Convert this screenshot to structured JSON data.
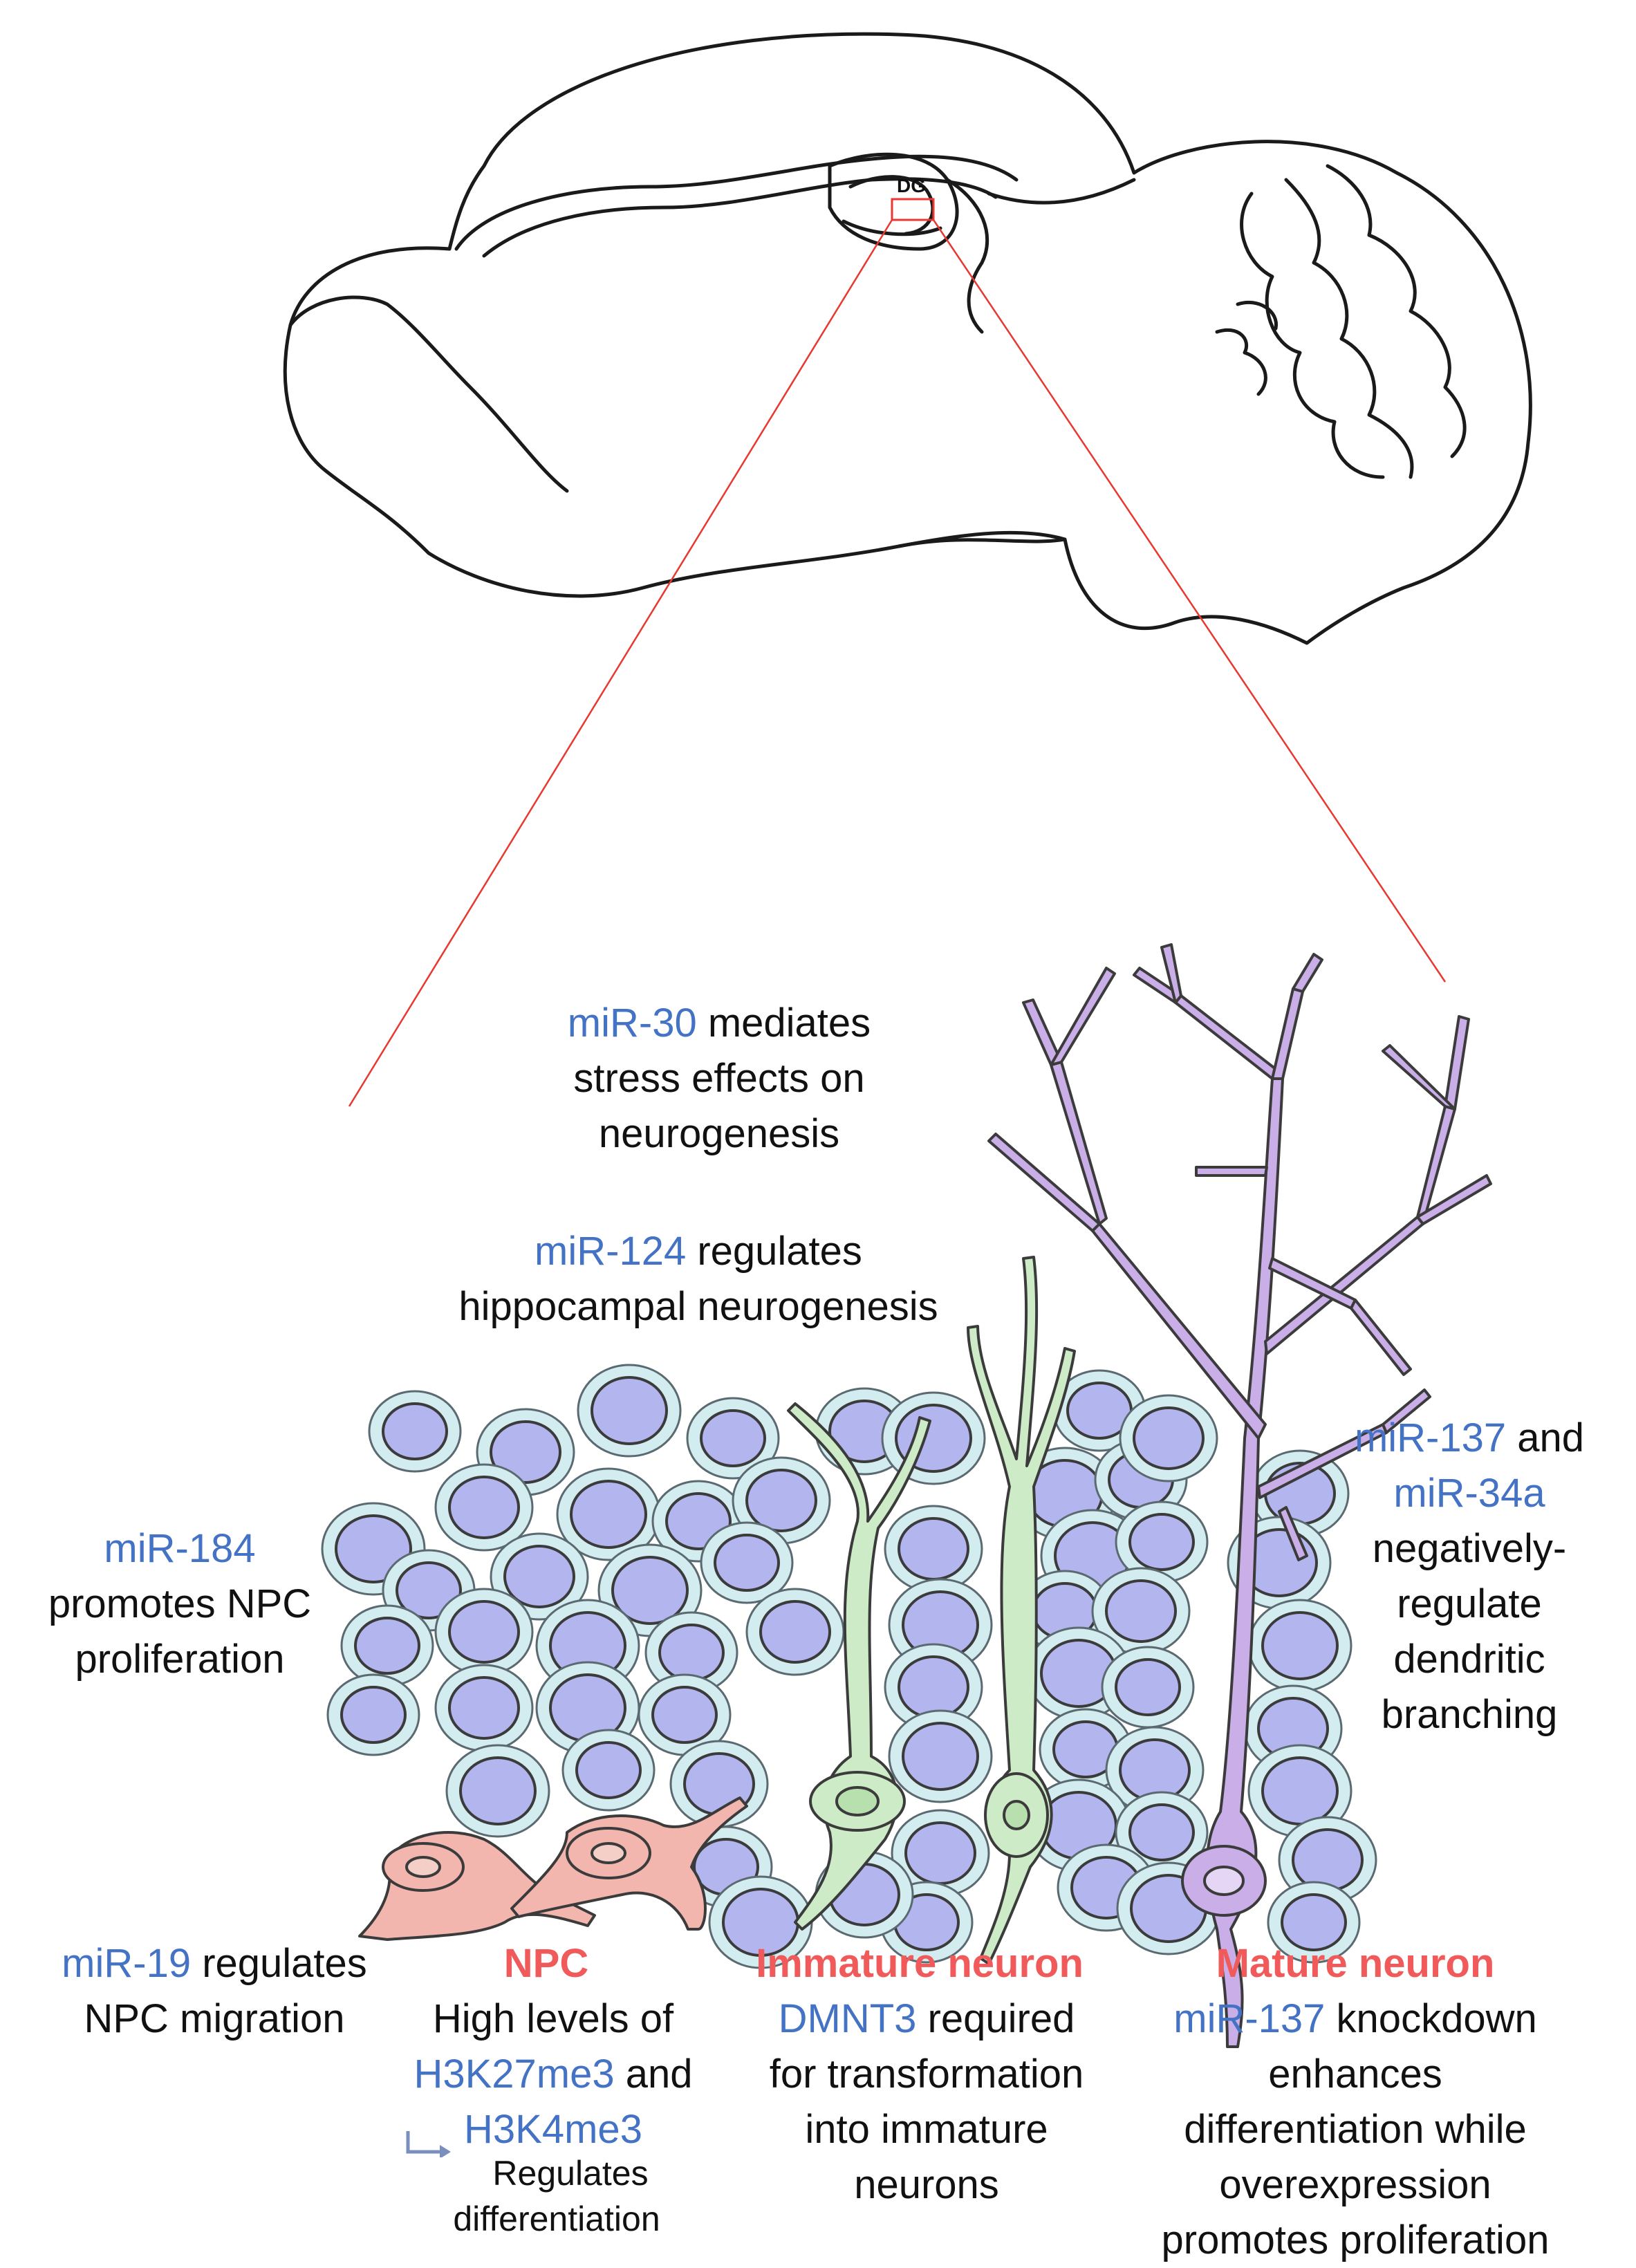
{
  "brain": {
    "region_label": "DG"
  },
  "colors": {
    "mirna": "#4472c4",
    "heading": "#f15a5a",
    "zoom_line": "#e8382f",
    "npc_fill": "#f2b6ae",
    "immature_fill": "#cdebc6",
    "mature_fill": "#c9aee8",
    "cell_ring": "#d3ecf0",
    "cell_nucleus": "#b3b6ee"
  },
  "headings": {
    "npc": "NPC",
    "immature": "Immature neuron",
    "mature": "Mature neuron"
  },
  "annotations": {
    "mir30": {
      "mirna": "miR-30",
      "text1": " mediates",
      "line2": "stress effects on",
      "line3": "neurogenesis"
    },
    "mir124": {
      "mirna": "miR-124",
      "text1": " regulates",
      "line2": "hippocampal neurogenesis"
    },
    "mir184": {
      "mirna": "miR-184",
      "line2": "promotes NPC",
      "line3": "proliferation"
    },
    "mir19": {
      "mirna": "miR-19",
      "text1": " regulates",
      "line2": "NPC migration"
    },
    "mir137_34a": {
      "mirna1": "miR-137",
      "text1": " and",
      "mirna2": "miR-34a",
      "line3": "negatively-",
      "line4": "regulate",
      "line5": "dendritic",
      "line6": "branching"
    },
    "npc_text": {
      "line1": "High levels of",
      "mark1": "H3K27me3",
      "text2": " and",
      "mark2": "H3K4me3",
      "sub1": "Regulates",
      "sub2": "differentiation"
    },
    "immature_text": {
      "gene": "DMNT3",
      "text1": " required",
      "line2": "for transformation",
      "line3": "into immature",
      "line4": "neurons"
    },
    "mature_text": {
      "mirna": "miR-137",
      "text1": " knockdown",
      "line2": "enhances",
      "line3": "differentiation while",
      "line4": "overexpression",
      "line5": "promotes proliferation"
    }
  }
}
